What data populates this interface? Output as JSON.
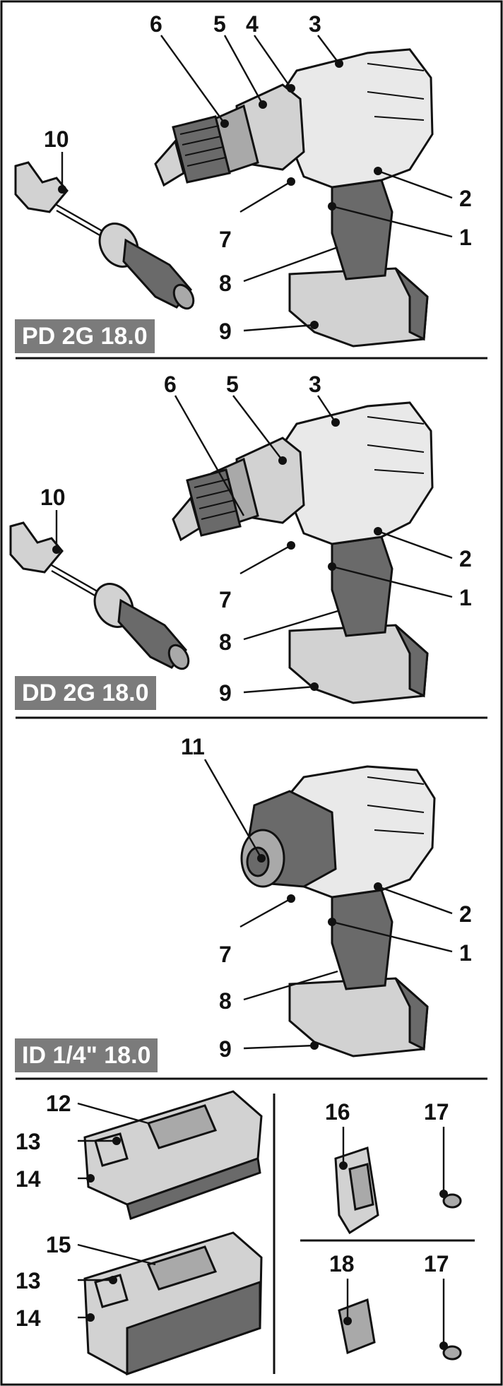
{
  "sections": [
    {
      "model_label": "PD 2G 18.0",
      "callouts": [
        "6",
        "5",
        "4",
        "3",
        "10",
        "2",
        "1",
        "7",
        "8",
        "9"
      ]
    },
    {
      "model_label": "DD 2G 18.0",
      "callouts": [
        "6",
        "5",
        "3",
        "10",
        "2",
        "1",
        "7",
        "8",
        "9"
      ]
    },
    {
      "model_label": "ID 1/4\" 18.0",
      "callouts": [
        "11",
        "2",
        "1",
        "7",
        "8",
        "9"
      ]
    }
  ],
  "accessories": {
    "battery_small_callouts": [
      "12",
      "13",
      "14"
    ],
    "battery_large_callouts": [
      "15",
      "13",
      "14"
    ],
    "clip_callouts": [
      "16",
      "17"
    ],
    "holder_callouts": [
      "18",
      "17"
    ]
  }
}
